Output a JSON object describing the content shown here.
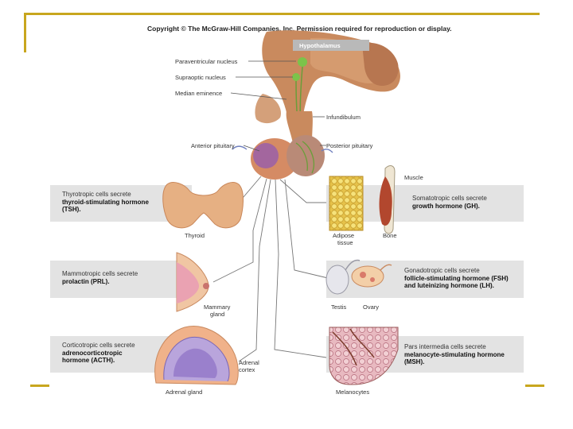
{
  "copyright": "Copyright © The McGraw-Hill Companies, Inc. Permission required for reproduction or display.",
  "labels": {
    "hypothalamus": "Hypothalamus",
    "paraventricular": "Paraventricular nucleus",
    "supraoptic": "Supraoptic nucleus",
    "median_eminence": "Median eminence",
    "infundibulum": "Infundibulum",
    "anterior_pituitary": "Anterior pituitary",
    "posterior_pituitary": "Posterior pituitary",
    "muscle": "Muscle",
    "thyroid": "Thyroid",
    "adipose_tissue_1": "Adipose",
    "adipose_tissue_2": "tissue",
    "bone": "Bone",
    "mammary_gland_1": "Mammary",
    "mammary_gland_2": "gland",
    "testis": "Testis",
    "ovary": "Ovary",
    "adrenal_cortex_1": "Adrenal",
    "adrenal_cortex_2": "cortex",
    "adrenal_gland": "Adrenal gland",
    "melanocytes": "Melanocytes"
  },
  "panels": {
    "thyrotropic": {
      "line1": "Thyrotropic cells secrete",
      "bold1": "thyroid-stimulating hormone",
      "bold2": "(TSH)."
    },
    "mammotropic": {
      "line1": "Mammotropic cells secrete",
      "bold1": "prolactin (PRL)."
    },
    "corticotropic": {
      "line1": "Corticotropic cells secrete",
      "bold1": "adrenocorticotropic",
      "bold2": "hormone (ACTH)."
    },
    "somatotropic": {
      "line1": "Somatotropic cells secrete",
      "bold1": "growth hormone (GH)."
    },
    "gonadotropic": {
      "line1": "Gonadotropic cells secrete",
      "bold1": "follicle-stimulating hormone (FSH)",
      "bold2": "and luteinizing hormone (LH)."
    },
    "pars_intermedia": {
      "line1": "Pars intermedia cells secrete",
      "bold1": "melanocyte-stimulating hormone",
      "bold2": "(MSH)."
    }
  },
  "colors": {
    "frame": "#c8a61e",
    "panel": "#e3e3e3",
    "tissue": "#c98a5e",
    "purple": "#8e5aa6"
  }
}
